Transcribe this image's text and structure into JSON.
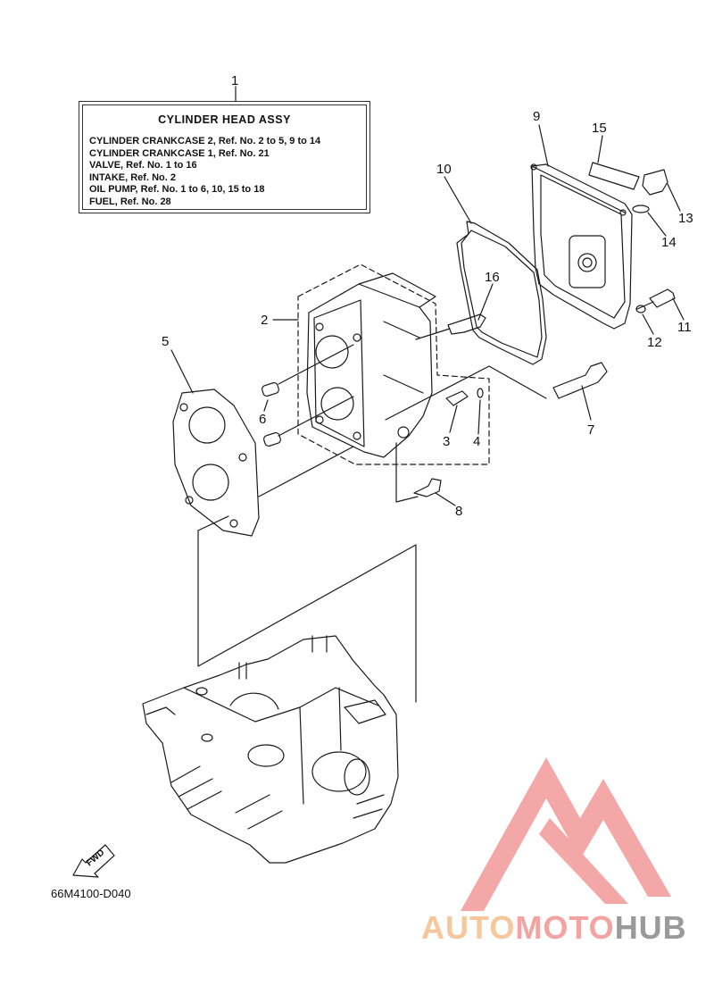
{
  "diagram": {
    "drawing_code": "66M4100-D040",
    "fwd_label": "FWD",
    "info_box": {
      "title": "CYLINDER HEAD ASSY",
      "lines": [
        "CYLINDER CRANKCASE 2, Ref. No. 2 to 5, 9 to 14",
        "CYLINDER CRANKCASE 1, Ref. No. 21",
        "VALVE, Ref. No. 1 to 16",
        "INTAKE, Ref. No. 2",
        "OIL PUMP, Ref. No. 1 to 6, 10, 15 to 18",
        "FUEL, Ref. No. 28"
      ]
    },
    "callouts": [
      "1",
      "2",
      "3",
      "4",
      "5",
      "6",
      "7",
      "8",
      "9",
      "10",
      "11",
      "12",
      "13",
      "14",
      "15",
      "16"
    ]
  },
  "watermark": {
    "word_part1": "AUTO",
    "word_part2": "MOTO",
    "word_part3": "HUB",
    "colors": {
      "triangle": "#f4a3a3",
      "part1": "#f6c79a",
      "part2": "#f4a3a3",
      "part3": "#9a9a9a"
    }
  }
}
